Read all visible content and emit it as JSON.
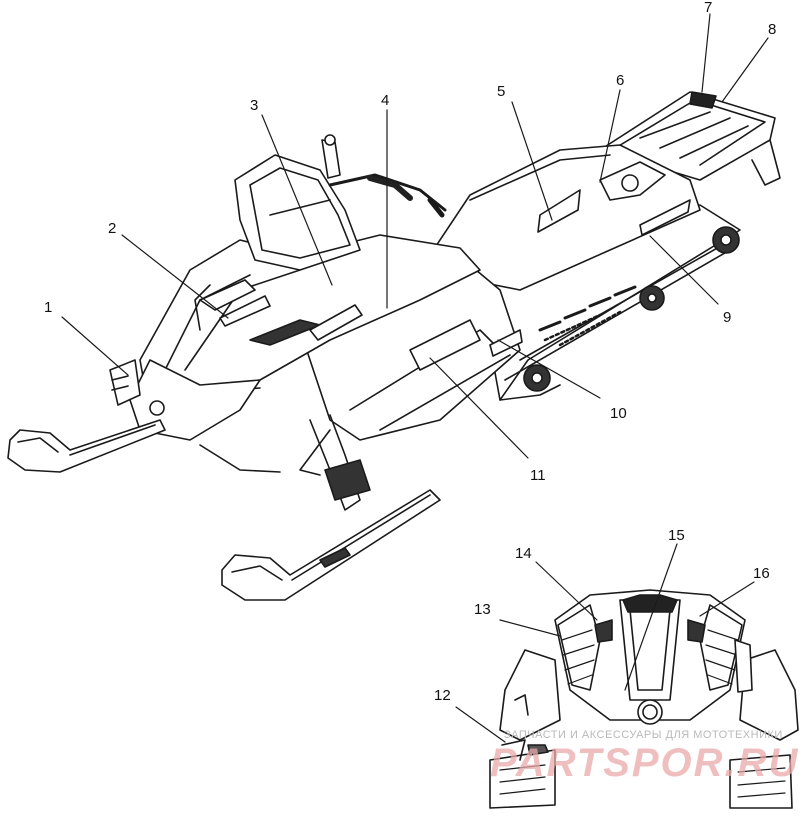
{
  "callouts": [
    {
      "id": "1",
      "label": "1"
    },
    {
      "id": "2",
      "label": "2"
    },
    {
      "id": "3",
      "label": "3"
    },
    {
      "id": "4",
      "label": "4"
    },
    {
      "id": "5",
      "label": "5"
    },
    {
      "id": "6",
      "label": "6"
    },
    {
      "id": "7",
      "label": "7"
    },
    {
      "id": "8",
      "label": "8"
    },
    {
      "id": "9",
      "label": "9"
    },
    {
      "id": "10",
      "label": "10"
    },
    {
      "id": "11",
      "label": "11"
    },
    {
      "id": "12",
      "label": "12"
    },
    {
      "id": "13",
      "label": "13"
    },
    {
      "id": "14",
      "label": "14"
    },
    {
      "id": "15",
      "label": "15"
    },
    {
      "id": "16",
      "label": "16"
    }
  ],
  "watermark": {
    "tagline": "ЗАПЧАСТИ И АКСЕССУАРЫ ДЛЯ МОТОТЕХНИКИ",
    "logo": "PARTSPOR.RU",
    "color": "#e08a8a"
  }
}
